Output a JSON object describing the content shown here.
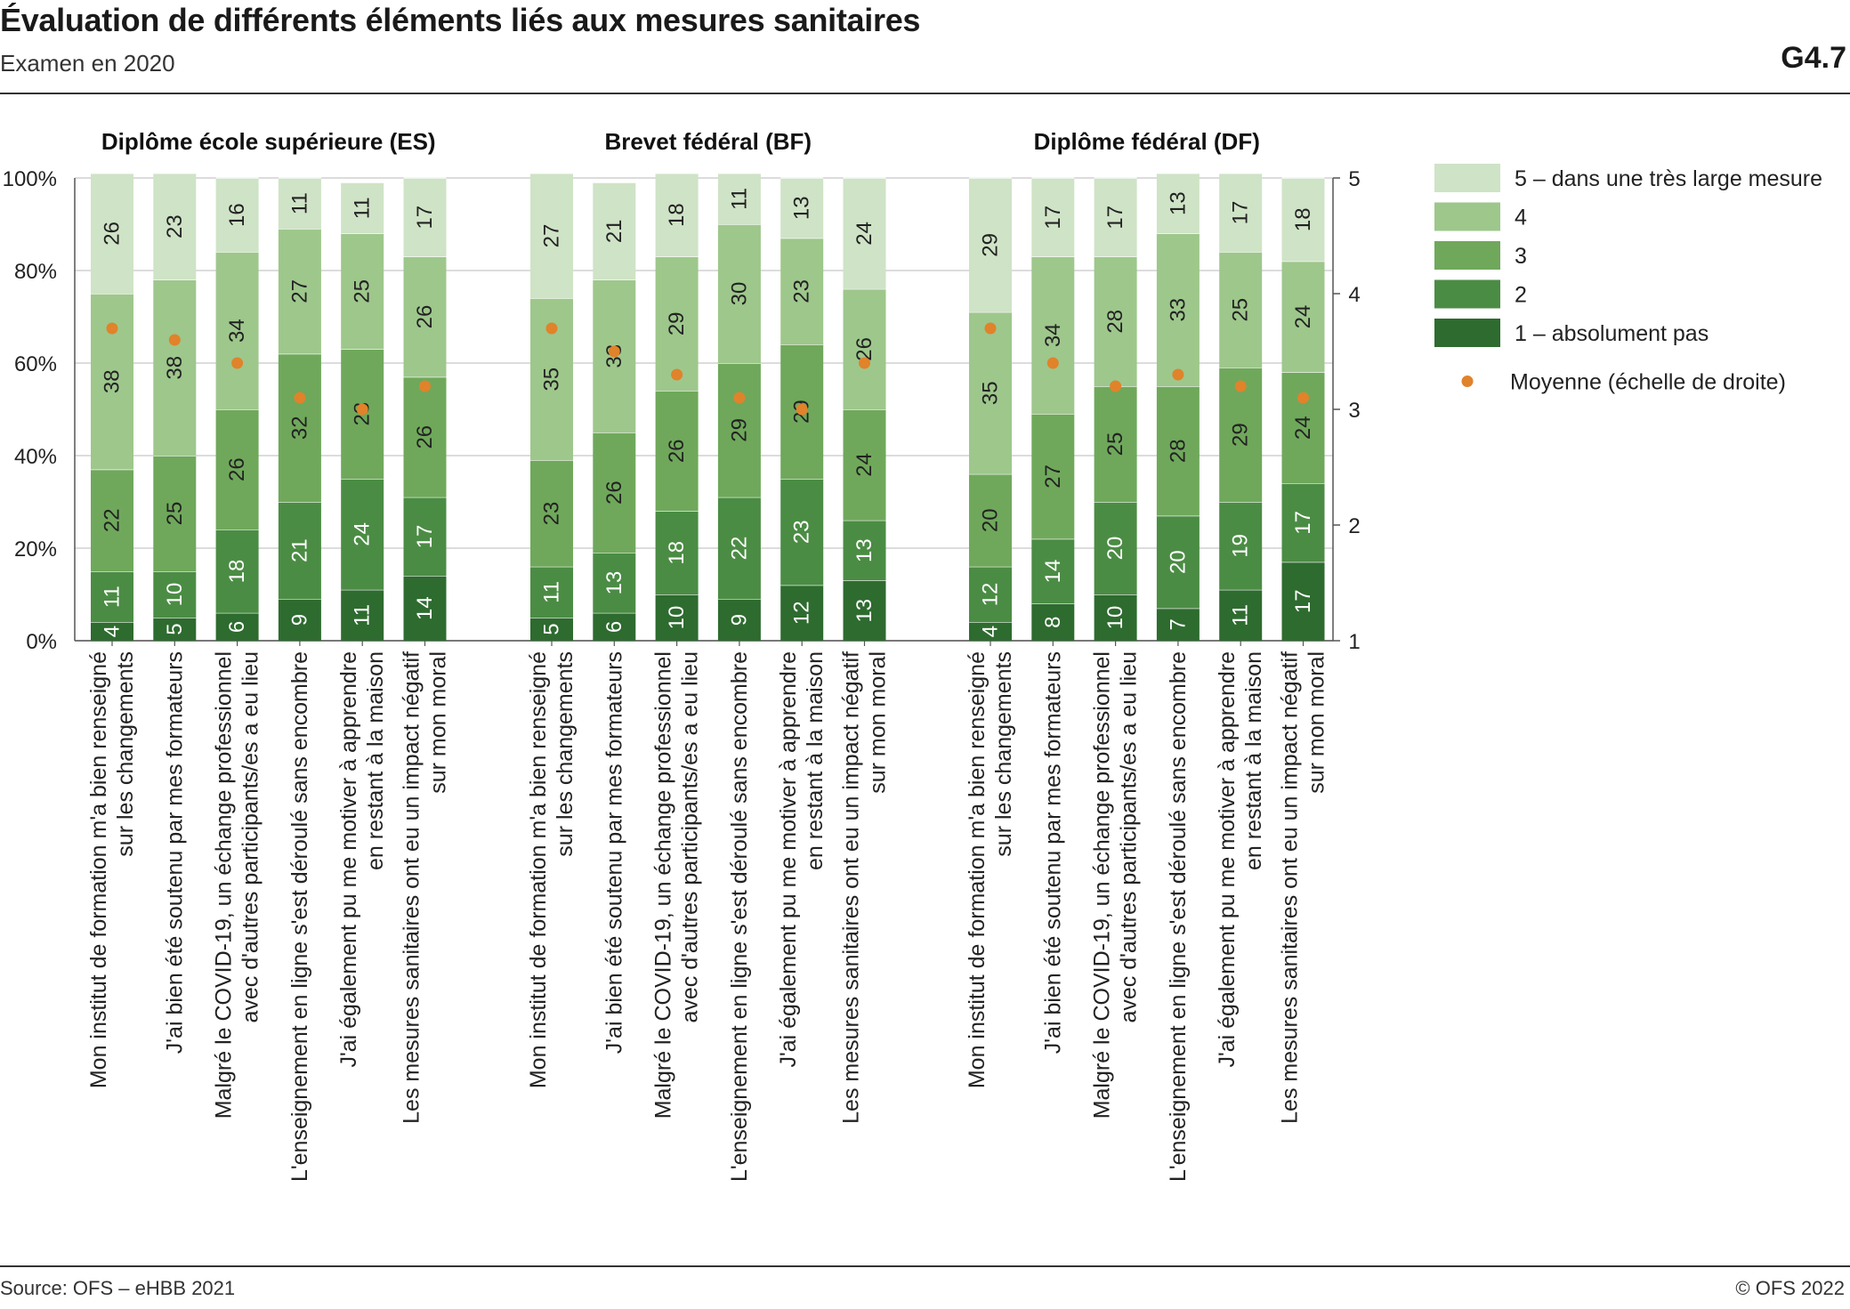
{
  "header": {
    "title": "Évaluation de différents éléments liés aux mesures sanitaires",
    "subtitle": "Examen en 2020",
    "code": "G4.7"
  },
  "footer": {
    "source": "Source: OFS – eHBB 2021",
    "copyright": "© OFS 2022"
  },
  "colors": {
    "level1": "#2e6b2f",
    "level2": "#4b8c44",
    "level3": "#6fa85b",
    "level4": "#9ec78c",
    "level5": "#cfe3c6",
    "mean_dot": "#e0832a"
  },
  "chart_data": {
    "type": "bar",
    "stacked": true,
    "ylim": [
      0,
      100
    ],
    "y_ticks": [
      "0%",
      "20%",
      "40%",
      "60%",
      "80%",
      "100%"
    ],
    "y2lim": [
      1,
      5
    ],
    "y2_ticks": [
      "1",
      "2",
      "3",
      "4",
      "5"
    ],
    "legend": {
      "placement": "right",
      "items": [
        "5 – dans une très large mesure",
        "4",
        "3",
        "2",
        "1 – absolument pas"
      ],
      "mean_label": "Moyenne  (échelle de droite)"
    },
    "groups": [
      {
        "name": "Diplôme école supérieure (ES)",
        "bars": [
          {
            "label": [
              "Mon institut de formation m'a bien renseigné",
              "sur les changements"
            ],
            "values": [
              4,
              11,
              22,
              38,
              26
            ],
            "mean": 3.7
          },
          {
            "label": [
              "J'ai bien été soutenu par mes formateurs"
            ],
            "values": [
              5,
              10,
              25,
              38,
              23
            ],
            "mean": 3.6
          },
          {
            "label": [
              "Malgré le COVID-19, un échange professionnel",
              "avec d'autres participants/es a eu lieu"
            ],
            "values": [
              6,
              18,
              26,
              34,
              16
            ],
            "mean": 3.4
          },
          {
            "label": [
              "L'enseignement en ligne s'est déroulé sans encombre"
            ],
            "values": [
              9,
              21,
              32,
              27,
              11
            ],
            "mean": 3.1
          },
          {
            "label": [
              "J'ai également pu me motiver à apprendre",
              "en restant à la maison"
            ],
            "values": [
              11,
              24,
              28,
              25,
              11
            ],
            "mean": 3.0
          },
          {
            "label": [
              "Les mesures sanitaires ont eu un impact négatif",
              "sur mon moral"
            ],
            "values": [
              14,
              17,
              26,
              26,
              17
            ],
            "mean": 3.2
          }
        ]
      },
      {
        "name": "Brevet fédéral (BF)",
        "bars": [
          {
            "label": [
              "Mon institut de formation m'a bien renseigné",
              "sur les changements"
            ],
            "values": [
              5,
              11,
              23,
              35,
              27
            ],
            "mean": 3.7
          },
          {
            "label": [
              "J'ai bien été soutenu par mes formateurs"
            ],
            "values": [
              6,
              13,
              26,
              33,
              21
            ],
            "mean": 3.5
          },
          {
            "label": [
              "Malgré le COVID-19, un échange professionnel",
              "avec d'autres participants/es a eu lieu"
            ],
            "values": [
              10,
              18,
              26,
              29,
              18
            ],
            "mean": 3.3
          },
          {
            "label": [
              "L'enseignement en ligne s'est déroulé sans encombre"
            ],
            "values": [
              9,
              22,
              29,
              30,
              11
            ],
            "mean": 3.1
          },
          {
            "label": [
              "J'ai également pu me motiver à apprendre",
              "en restant à la maison"
            ],
            "values": [
              12,
              23,
              29,
              23,
              13
            ],
            "mean": 3.0
          },
          {
            "label": [
              "Les mesures sanitaires ont eu un impact négatif",
              "sur mon moral"
            ],
            "values": [
              13,
              13,
              24,
              26,
              24
            ],
            "mean": 3.4
          }
        ]
      },
      {
        "name": "Diplôme fédéral (DF)",
        "bars": [
          {
            "label": [
              "Mon institut de formation m'a bien renseigné",
              "sur les changements"
            ],
            "values": [
              4,
              12,
              20,
              35,
              29
            ],
            "mean": 3.7
          },
          {
            "label": [
              "J'ai bien été soutenu par mes formateurs"
            ],
            "values": [
              8,
              14,
              27,
              34,
              17
            ],
            "mean": 3.4
          },
          {
            "label": [
              "Malgré le COVID-19, un échange professionnel",
              "avec d'autres participants/es a eu lieu"
            ],
            "values": [
              10,
              20,
              25,
              28,
              17
            ],
            "mean": 3.2
          },
          {
            "label": [
              "L'enseignement en ligne s'est déroulé sans encombre"
            ],
            "values": [
              7,
              20,
              28,
              33,
              13
            ],
            "mean": 3.3
          },
          {
            "label": [
              "J'ai également pu me motiver à apprendre",
              "en restant à la maison"
            ],
            "values": [
              11,
              19,
              29,
              25,
              17
            ],
            "mean": 3.2
          },
          {
            "label": [
              "Les mesures sanitaires ont eu un impact négatif",
              "sur mon moral"
            ],
            "values": [
              17,
              17,
              24,
              24,
              18
            ],
            "mean": 3.1
          }
        ]
      }
    ]
  }
}
